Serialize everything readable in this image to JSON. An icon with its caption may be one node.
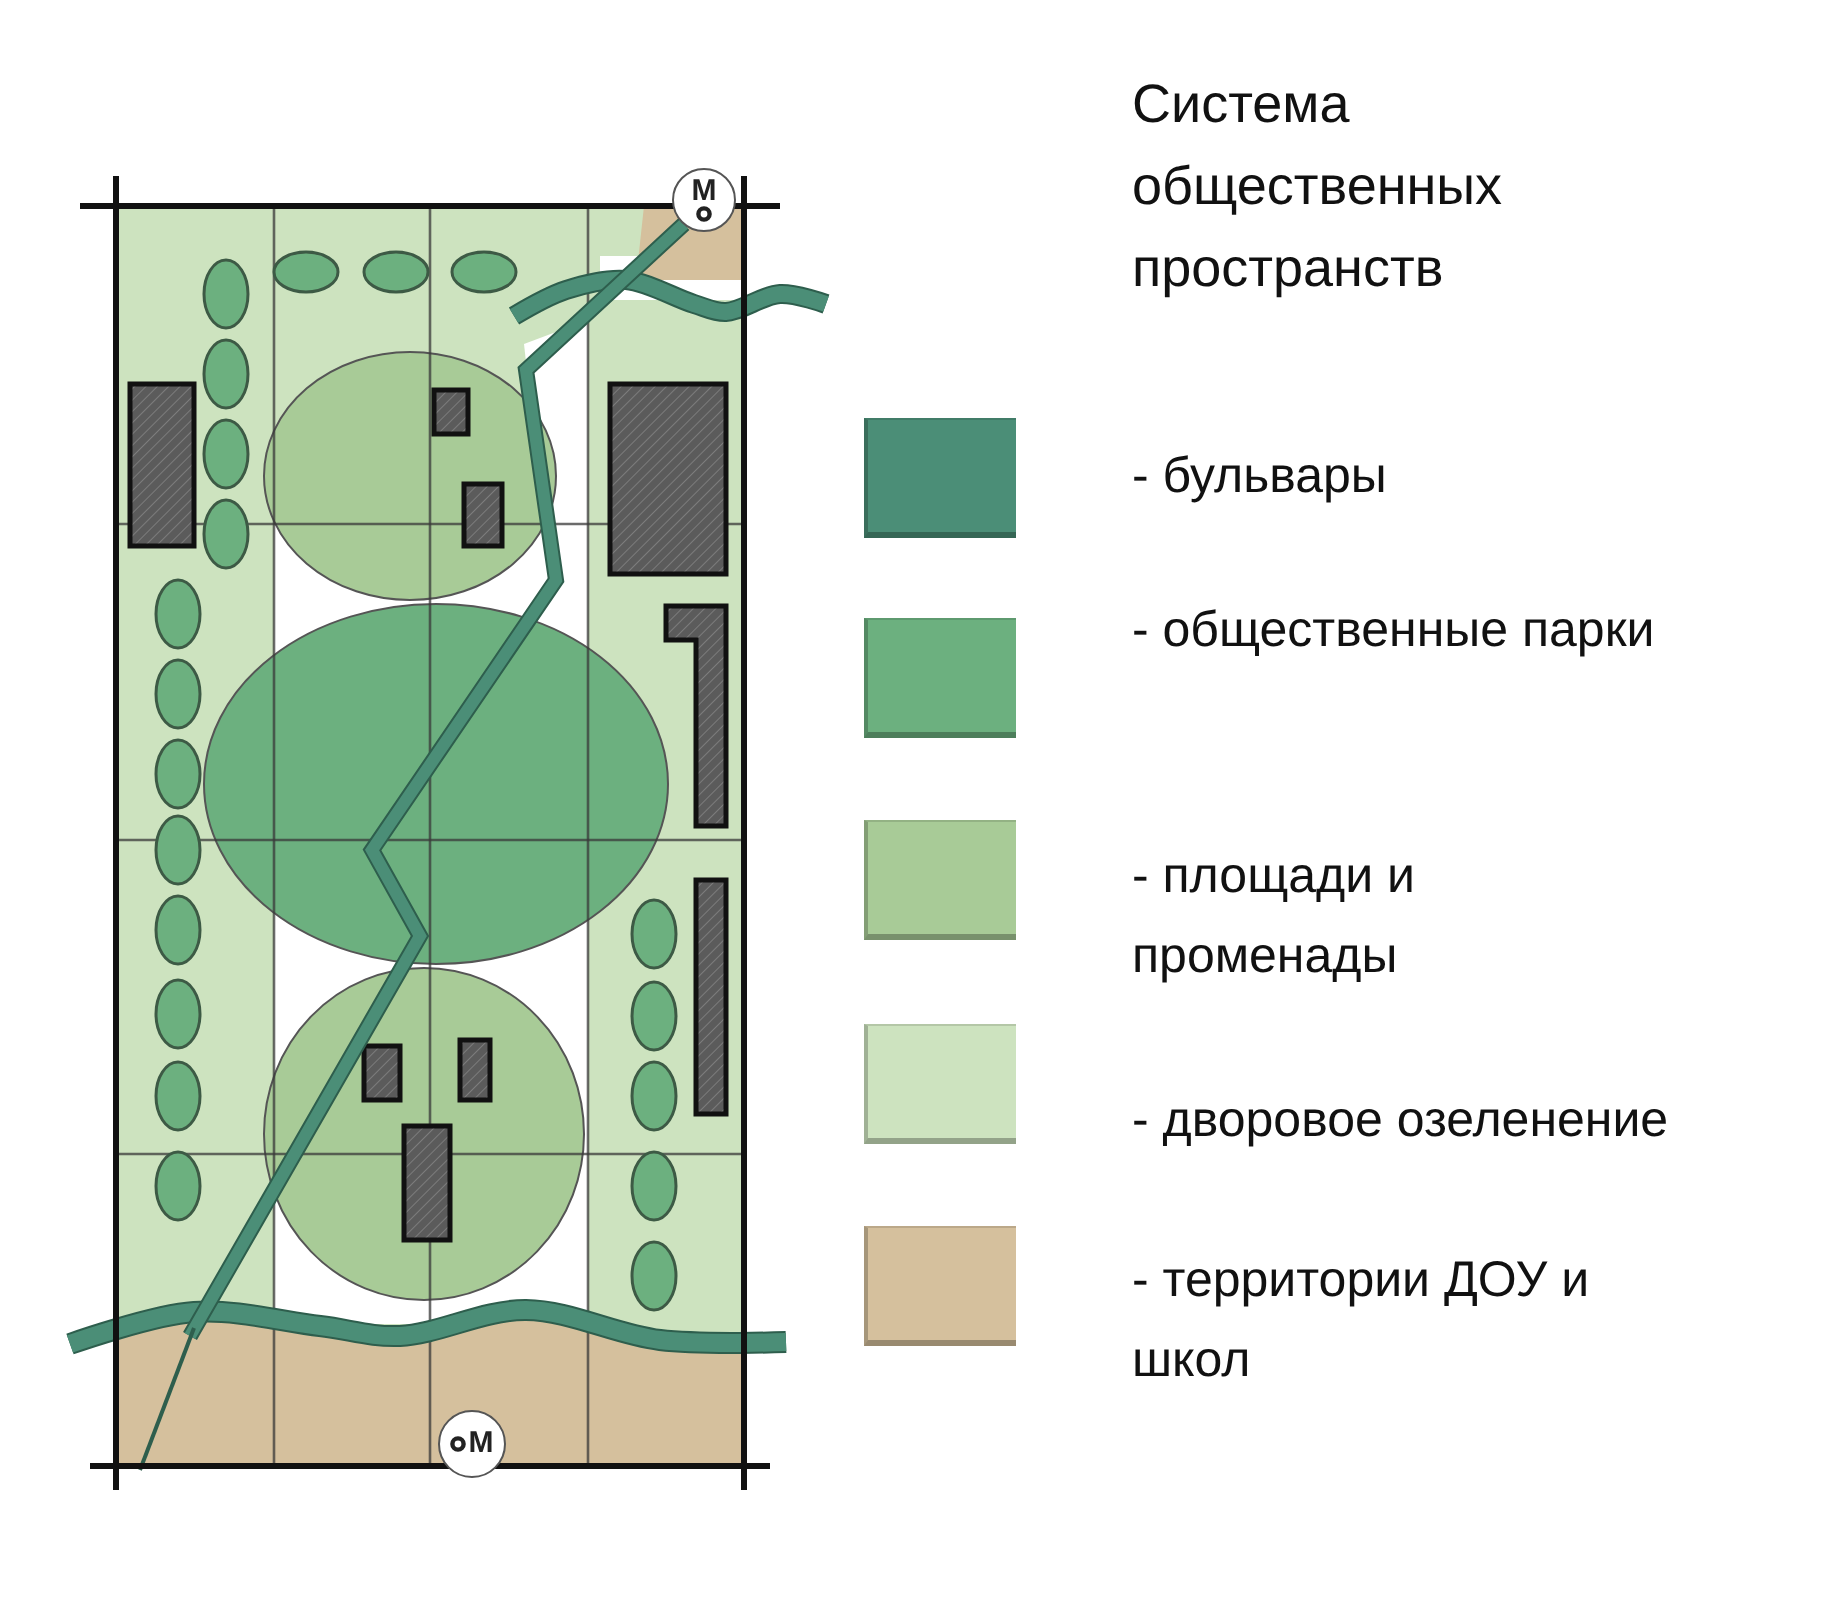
{
  "diagram": {
    "title": "Система общественных пространств",
    "nodes": [
      {
        "text": [
          "М"
        ]
      },
      {
        "text": [
          "М"
        ]
      }
    ],
    "legend": [
      {
        "text": "- бульвары",
        "color": "#4b8e77"
      },
      {
        "text": "- общественные парки",
        "color": "#6cb07f"
      },
      {
        "text": "- площади и променады",
        "color": "#a8cb97"
      },
      {
        "text": "- дворовое озеленение",
        "color": "#cde3bf"
      },
      {
        "text": "- территории ДОУ и школ",
        "color": "#d5c09d"
      }
    ]
  }
}
